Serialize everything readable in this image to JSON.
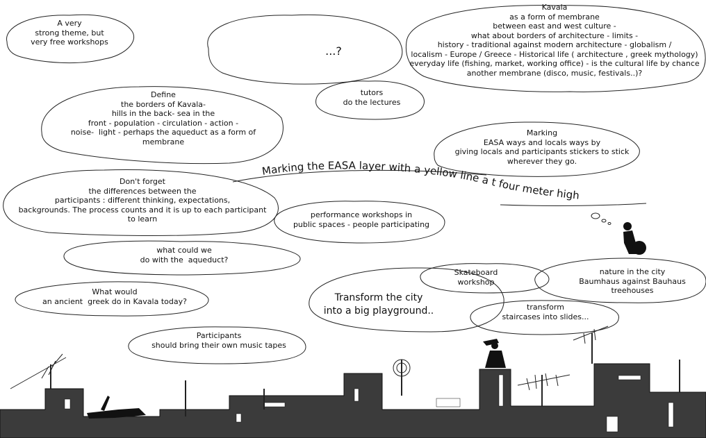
{
  "bubbles": {
    "strong_theme": "A very\nstrong theme, but\nvery free workshops",
    "dots": "...?",
    "kavala": "Kavala\nas a form of membrane\nbetween east and west culture -\nwhat about borders of architecture - limits -\nhistory - traditional against modern architecture - globalism /\nlocalism - Europe / Greece - Historical life ( architecture , greek mythology)\neveryday life (fishing, market, working office) - is the cultural life by chance\nanother membrane (disco, music, festivals..)?",
    "tutors": "tutors\ndo the lectures",
    "define": "Define\nthe borders of Kavala-\nhills in the back- sea in the\nfront - population - circulation - action -\nnoise-  light - perhaps the aqueduct as a form of\nmembrane",
    "marking": "Marking\nEASA ways and locals ways by\ngiving locals and participants stickers to stick\nwherever they go.",
    "dont_forget": "Don't forget\nthe differences between the\nparticipants : different thinking, expectations,\nbackgrounds. The process counts and it is up to each participant\nto learn",
    "performance": "performance workshops in\npublic spaces - people participating",
    "aqueduct": "what could we\ndo with the  aqueduct?",
    "ancient": "What would\nan ancient  greek do in Kavala today?",
    "transform_city": "Transform the city\ninto a big playground..",
    "skateboard": "Skateboard\nworkshop",
    "nature": "nature in the city\nBaumhaus against Bauhaus\ntreehouses",
    "staircases": "transform\nstaircases into slides...",
    "music": "Participants\nshould bring their own music tapes"
  },
  "headline": "Marking the EASA layer  with a yellow line a t four meter high"
}
